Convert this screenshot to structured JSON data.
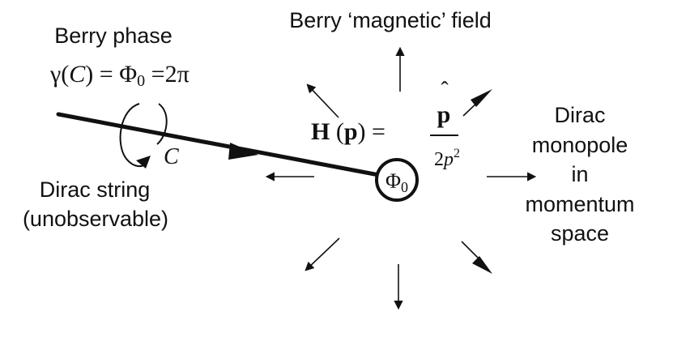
{
  "labels": {
    "berry_field": "Berry ‘magnetic’ field",
    "berry_phase": "Berry phase",
    "dirac_string_line1": "Dirac string",
    "dirac_string_line2": "(unobservable)",
    "monopole_line1": "Dirac",
    "monopole_line2": "monopole",
    "monopole_line3": "in",
    "monopole_line4": "momentum",
    "monopole_line5": "space"
  },
  "equations": {
    "gamma": "γ",
    "gamma_arg": "C",
    "equals": "=",
    "phi": "Φ",
    "phi_sub": "0",
    "two_pi": "2π",
    "loop_label": "C",
    "H": "H",
    "p": "p",
    "p_hat": "p",
    "hat": "ˆ",
    "two": "2",
    "p_den": "p",
    "sq": "2"
  },
  "monopole": {
    "symbol": "Φ",
    "sub": "0"
  },
  "colors": {
    "ink": "#111111",
    "background": "#ffffff"
  }
}
